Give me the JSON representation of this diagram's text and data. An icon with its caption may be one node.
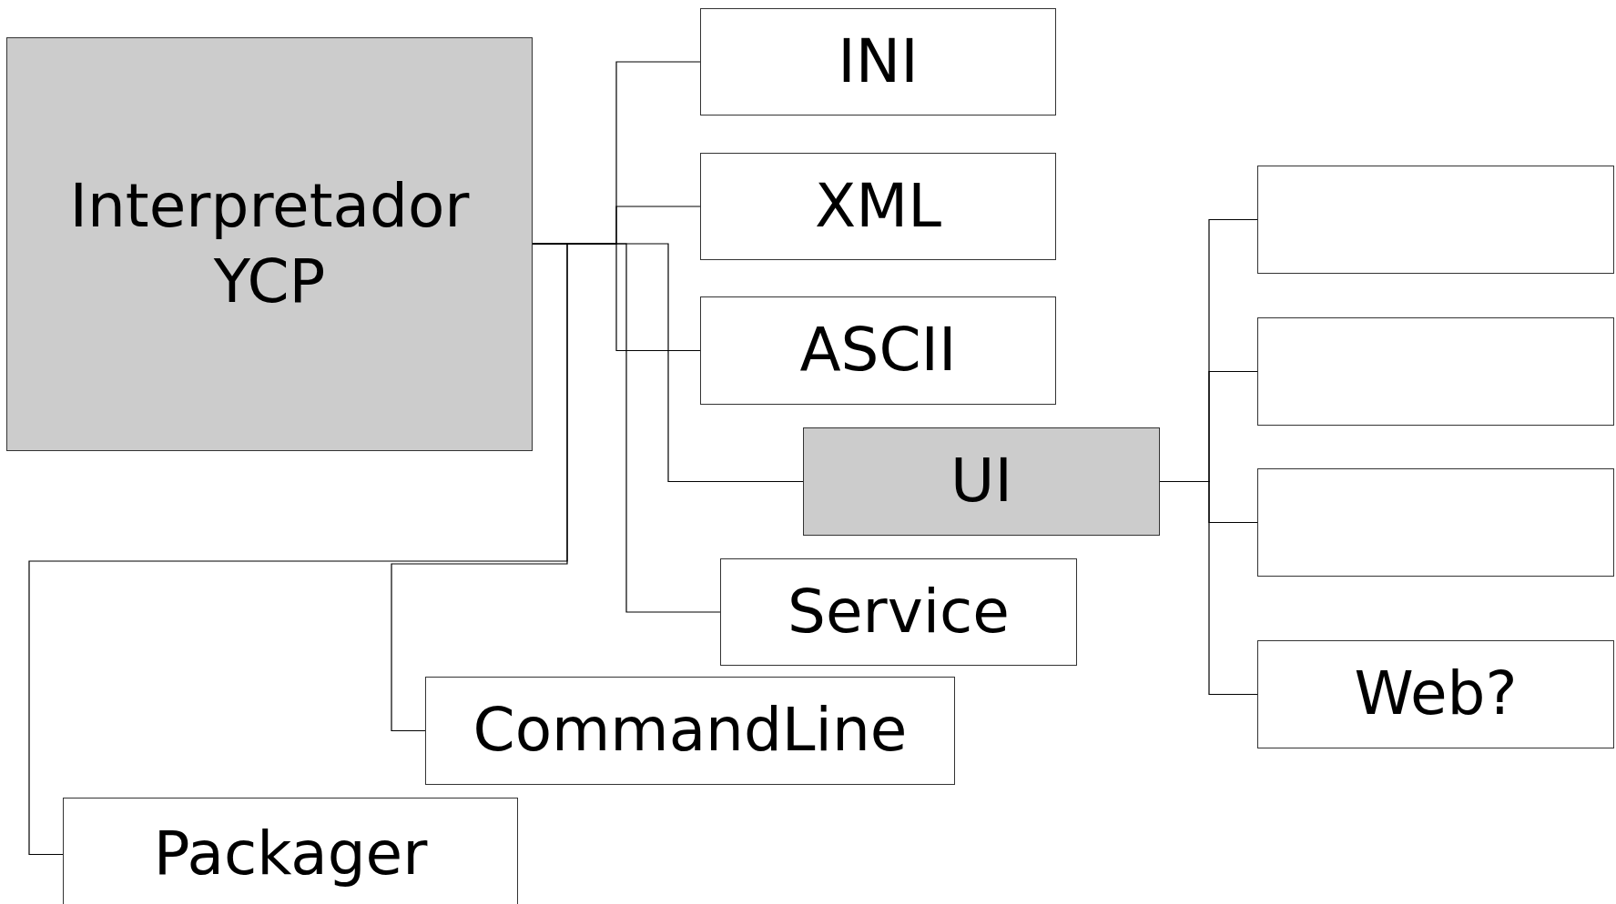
{
  "diagram": {
    "nodes": [
      {
        "text": [
          "Interpretador YCP"
        ]
      },
      {
        "text": [
          "INI"
        ]
      },
      {
        "text": [
          "XML"
        ]
      },
      {
        "text": [
          "ASCII"
        ]
      },
      {
        "text": [
          "UI"
        ]
      },
      {
        "text": [
          "Service"
        ]
      },
      {
        "text": [
          "CommandLine"
        ]
      },
      {
        "text": [
          "Packager"
        ]
      },
      {
        "text": [],
        "shape": "box"
      },
      {
        "text": [],
        "shape": "box"
      },
      {
        "text": [],
        "shape": "box"
      },
      {
        "text": [
          "Web?"
        ]
      }
    ],
    "edges": [
      {
        "from": 0,
        "to": 1,
        "arrow": "none"
      },
      {
        "from": 0,
        "to": 2,
        "arrow": "none"
      },
      {
        "from": 0,
        "to": 3,
        "arrow": "none"
      },
      {
        "from": 0,
        "to": 4,
        "arrow": "none"
      },
      {
        "from": 0,
        "to": 5,
        "arrow": "none"
      },
      {
        "from": 0,
        "to": 6,
        "arrow": "none"
      },
      {
        "from": 0,
        "to": 7,
        "arrow": "none"
      },
      {
        "from": 4,
        "to": 8,
        "arrow": "none"
      },
      {
        "from": 4,
        "to": 9,
        "arrow": "none"
      },
      {
        "from": 4,
        "to": 10,
        "arrow": "none"
      },
      {
        "from": 4,
        "to": 11,
        "arrow": "none"
      }
    ]
  }
}
